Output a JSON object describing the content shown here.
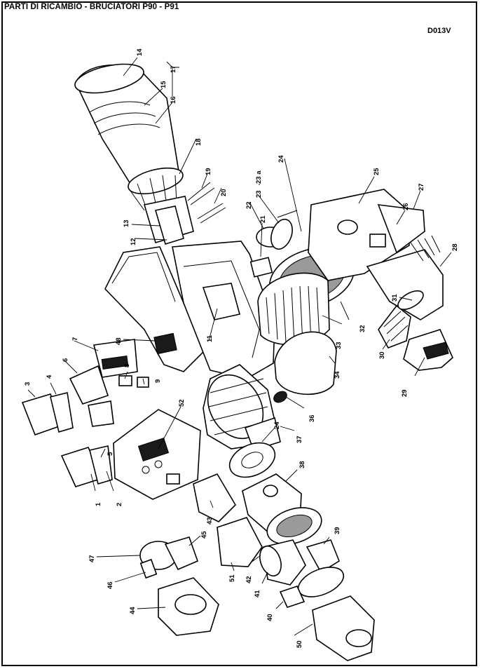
{
  "header": {
    "title": "PARTI DI RICAMBIO - BRUCIATORI P90 - P91",
    "drawing_code": "D013V"
  },
  "callouts": [
    "1",
    "2",
    "3",
    "4",
    "5",
    "6",
    "7",
    "8",
    "9",
    "11",
    "12",
    "13",
    "14",
    "15",
    "16",
    "17",
    "18",
    "19",
    "20",
    "21",
    "22",
    "23",
    "23 a",
    "24",
    "25",
    "26",
    "27",
    "28",
    "29",
    "30",
    "31",
    "32",
    "33",
    "34",
    "36",
    "37",
    "38",
    "39",
    "40",
    "41",
    "42",
    "43",
    "44",
    "45",
    "46",
    "47",
    "48",
    "50",
    "51",
    "52"
  ]
}
